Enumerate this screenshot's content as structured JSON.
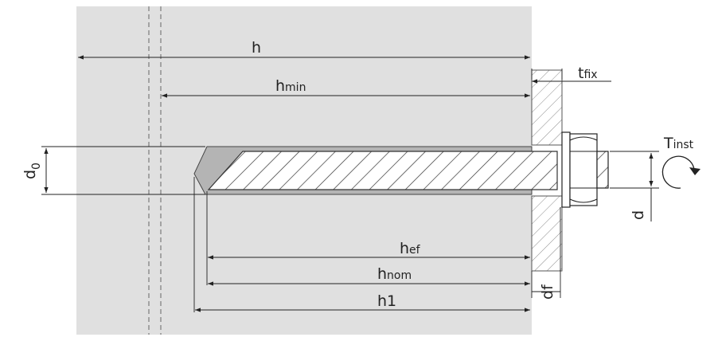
{
  "colors": {
    "concrete": "#e0e0e0",
    "mortar": "#b4b4b4",
    "line": "#222222",
    "rod_face": "#ffffff"
  },
  "labels": {
    "h": "h",
    "h_min": {
      "main": "h",
      "sub": "min"
    },
    "t_fix": {
      "main": "t",
      "sub": "fix"
    },
    "d0": {
      "main": "d",
      "sub": "0"
    },
    "h_ef": {
      "main": "h",
      "sub": "ef"
    },
    "h_nom": {
      "main": "h",
      "sub": "nom"
    },
    "h1": "h1",
    "d_f": "df",
    "d": "d",
    "T_inst": {
      "main": "T",
      "sub": "inst"
    }
  },
  "icons": {
    "torque": "rotation-arrow-icon"
  }
}
